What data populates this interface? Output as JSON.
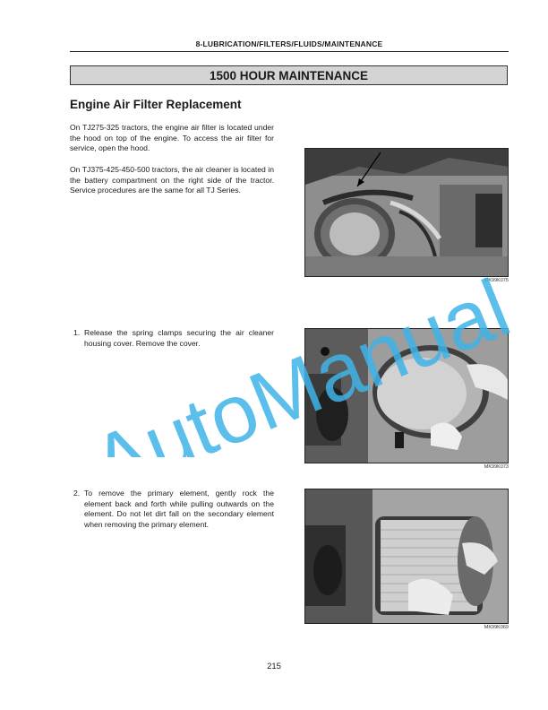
{
  "header": {
    "section": "8-LUBRICATION/FILTERS/FLUIDS/MAINTENANCE"
  },
  "banner": {
    "title": "1500 HOUR MAINTENANCE"
  },
  "section": {
    "title": "Engine Air Filter Replacement",
    "paragraphs": [
      "On TJ275-325 tractors, the engine air filter is located under the hood on top of the engine. To access the air filter for service, open the hood.",
      "On TJ375-425-450-500 tractors, the air cleaner is located in the battery compartment on the right side of the tractor. Service procedures are the same for all TJ Series."
    ]
  },
  "steps": [
    {
      "number": "1.",
      "text": "Release the spring clamps securing the air cleaner housing cover. Remove the cover."
    },
    {
      "number": "2.",
      "text": "To remove the primary element, gently rock the element back and forth while pulling outwards on the element. Do not let dirt fall on the secondary element when removing the primary element."
    }
  ],
  "figures": [
    {
      "code": "MK99K075"
    },
    {
      "code": "MK99K073"
    },
    {
      "code": "MK99K069"
    }
  ],
  "watermark": {
    "text": "AutoManual",
    "color": "#3fb3e6"
  },
  "footer": {
    "page_number": "215"
  }
}
